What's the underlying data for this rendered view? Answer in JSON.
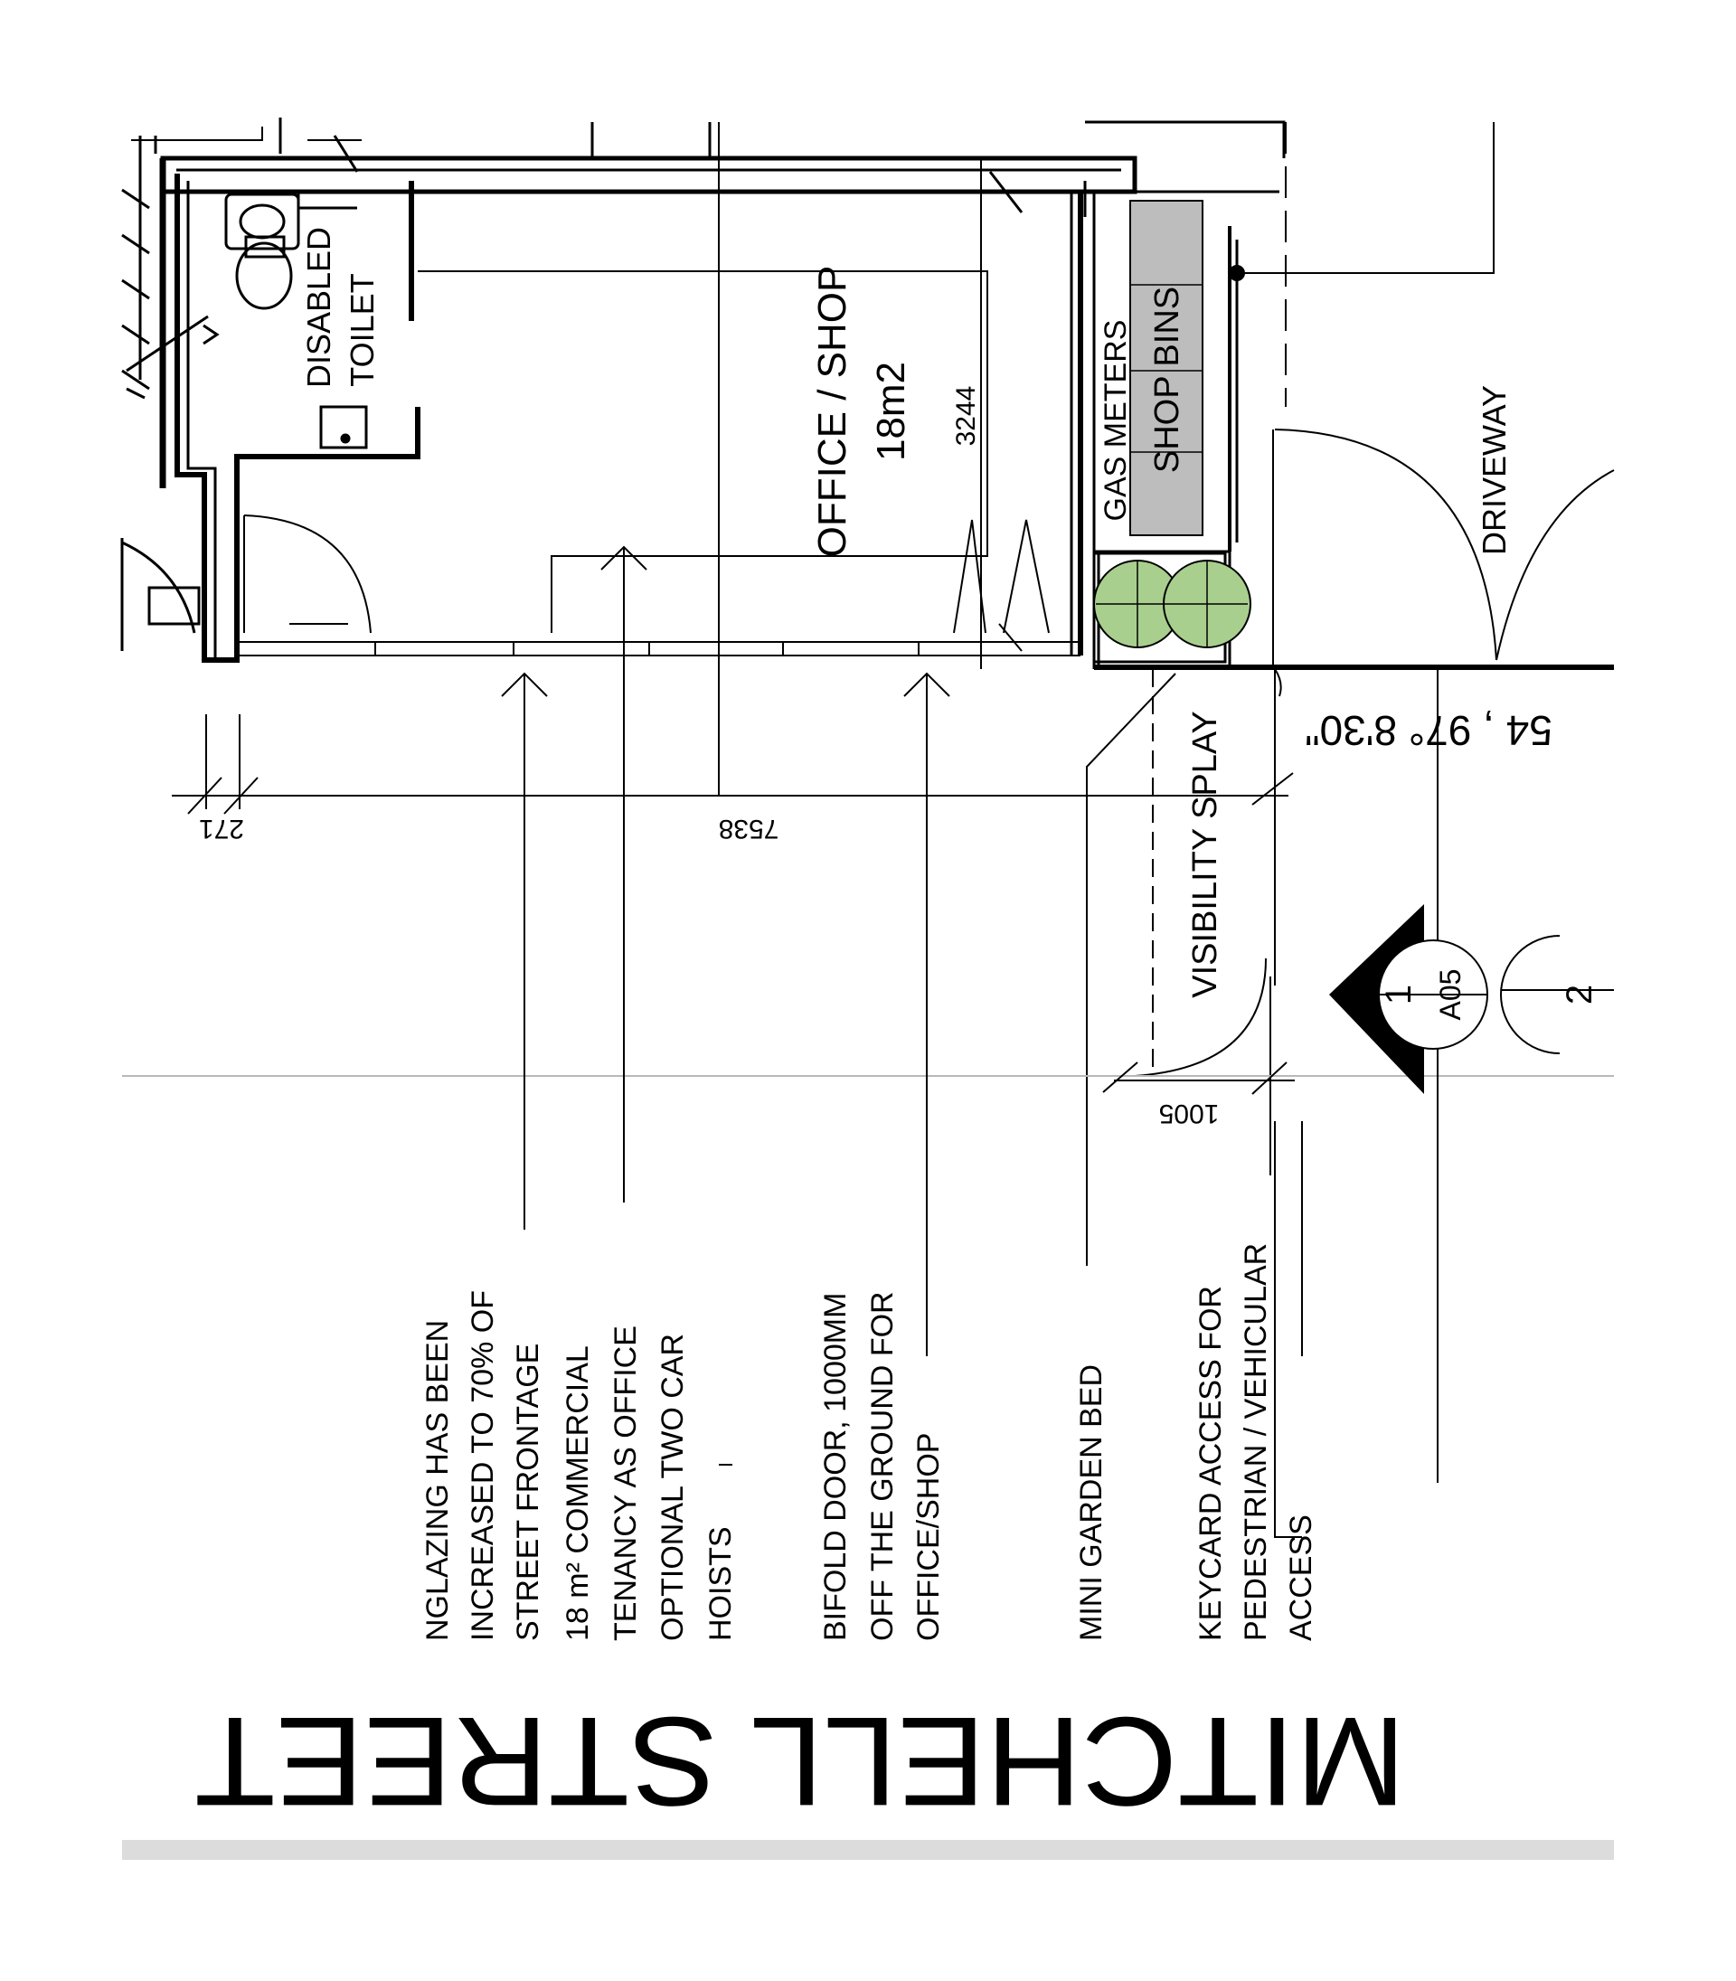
{
  "rooms": {
    "office": {
      "name": "OFFICE / SHOP",
      "area": "18m2"
    },
    "toilet": {
      "line1": "DISABLED",
      "line2": "TOILET"
    },
    "gas_meters": "GAS METERS",
    "shop_bins": "SHOP BINS",
    "driveway": "DRIVEWAY",
    "visibility_splay": "VISIBILITY SPLAY"
  },
  "dimensions": {
    "room_depth": "3244",
    "frontage": "7538",
    "wall": "271",
    "splay": "1005",
    "bearing": "54 , 97° 8'30\""
  },
  "section_marker": {
    "number": "1",
    "sheet": "A05",
    "next": "2"
  },
  "notes": [
    {
      "lines": [
        "NGLAZING HAS BEEN",
        "INCREASED TO 70% OF",
        "STREET FRONTAGE"
      ]
    },
    {
      "lines": [
        "18 m² COMMERCIAL",
        "TENANCY AS OFFICE",
        "OPTIONAL TWO CAR",
        "HOISTS"
      ]
    },
    {
      "lines": [
        "BIFOLD DOOR, 1000MM",
        "OFF THE GROUND FOR",
        "OFFICE/SHOP"
      ]
    },
    {
      "lines": [
        "MINI GARDEN BED"
      ]
    },
    {
      "lines": [
        "KEYCARD ACCESS FOR",
        "PEDESTRIAN / VEHICULAR",
        "ACCESS"
      ]
    }
  ],
  "street_name": "MITCHELL STREET",
  "colors": {
    "line": "#000000",
    "bins": "#bdbdbd",
    "plants": "#a9cf8e",
    "street_bar": "#dcdcdc"
  }
}
